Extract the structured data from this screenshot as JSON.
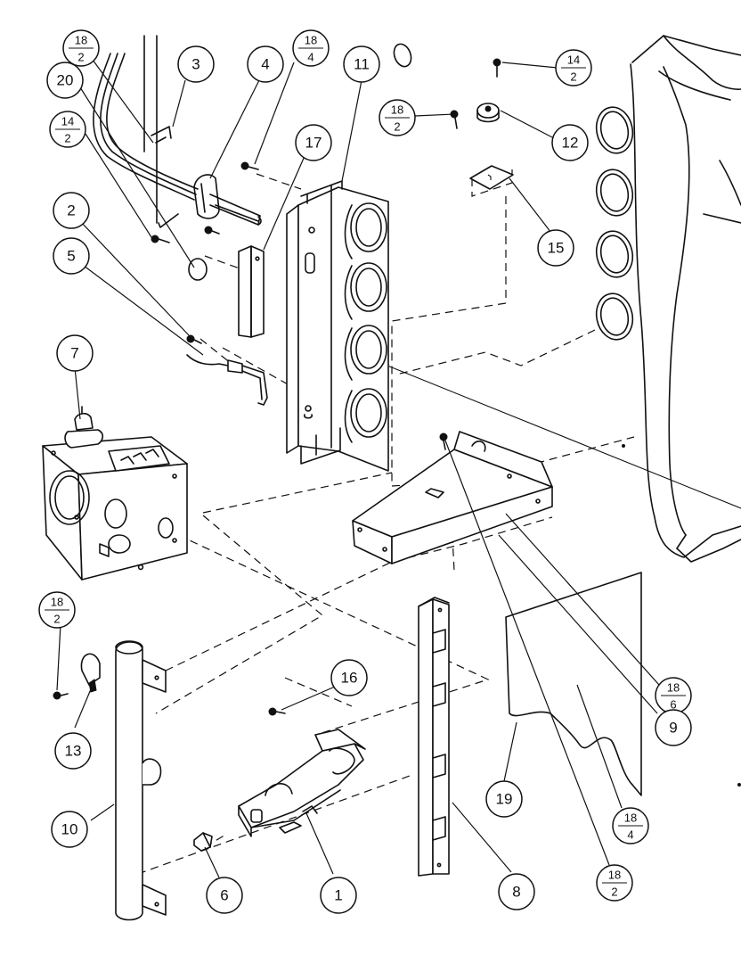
{
  "callouts": [
    {
      "id": "c-18-2-top",
      "num": "18",
      "den": "2"
    },
    {
      "id": "c-20",
      "label": "20"
    },
    {
      "id": "c-3",
      "label": "3"
    },
    {
      "id": "c-4",
      "label": "4"
    },
    {
      "id": "c-18-4-top",
      "num": "18",
      "den": "4"
    },
    {
      "id": "c-11",
      "label": "11"
    },
    {
      "id": "c-14-2-top",
      "num": "14",
      "den": "2"
    },
    {
      "id": "c-18-2-upper",
      "num": "18",
      "den": "2"
    },
    {
      "id": "c-12",
      "label": "12"
    },
    {
      "id": "c-14-2-left",
      "num": "14",
      "den": "2"
    },
    {
      "id": "c-17",
      "label": "17"
    },
    {
      "id": "c-2",
      "label": "2"
    },
    {
      "id": "c-15",
      "label": "15"
    },
    {
      "id": "c-5",
      "label": "5"
    },
    {
      "id": "c-7",
      "label": "7"
    },
    {
      "id": "c-18-2-left",
      "num": "18",
      "den": "2"
    },
    {
      "id": "c-16",
      "label": "16"
    },
    {
      "id": "c-13",
      "label": "13"
    },
    {
      "id": "c-18-6",
      "num": "18",
      "den": "6"
    },
    {
      "id": "c-9",
      "label": "9"
    },
    {
      "id": "c-19",
      "label": "19"
    },
    {
      "id": "c-18-4-right",
      "num": "18",
      "den": "4"
    },
    {
      "id": "c-10",
      "label": "10"
    },
    {
      "id": "c-6",
      "label": "6"
    },
    {
      "id": "c-1",
      "label": "1"
    },
    {
      "id": "c-8",
      "label": "8"
    },
    {
      "id": "c-18-2-bottom",
      "num": "18",
      "den": "2"
    }
  ]
}
